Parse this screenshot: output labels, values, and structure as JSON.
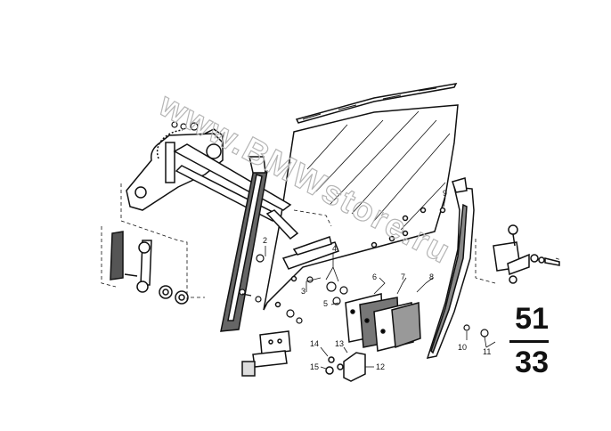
{
  "watermark": "www.BMWstore.ru",
  "group": {
    "main": "51",
    "sub": "33"
  },
  "callouts": [
    {
      "id": "c2",
      "label": "2"
    },
    {
      "id": "c3",
      "label": "3"
    },
    {
      "id": "c4",
      "label": "4"
    },
    {
      "id": "c5",
      "label": "5"
    },
    {
      "id": "c6",
      "label": "6"
    },
    {
      "id": "c7",
      "label": "7"
    },
    {
      "id": "c8",
      "label": "8"
    },
    {
      "id": "c9",
      "label": "9"
    },
    {
      "id": "c10",
      "label": "10"
    },
    {
      "id": "c11",
      "label": "11"
    },
    {
      "id": "c12",
      "label": "12"
    },
    {
      "id": "c13",
      "label": "13"
    },
    {
      "id": "c14",
      "label": "14"
    },
    {
      "id": "c15",
      "label": "15"
    }
  ],
  "colors": {
    "ink": "#111111",
    "watermark": "#b5b5b5",
    "background": "#ffffff"
  }
}
